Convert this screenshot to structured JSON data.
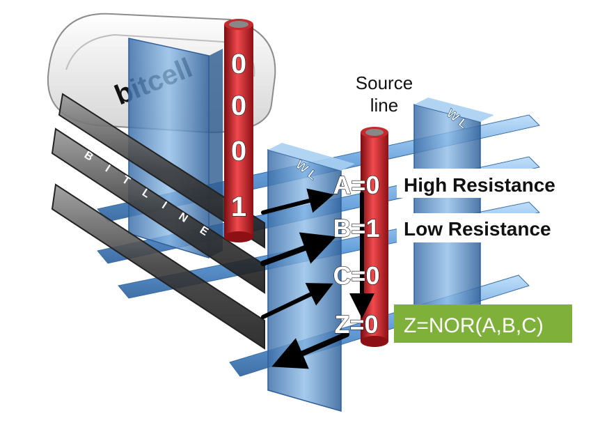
{
  "bitcell_label": "bitcell",
  "bitline_label": "B I T L I N E",
  "source_line_label_1": "Source",
  "source_line_label_2": "line",
  "wl_label_1": "W L",
  "wl_label_2": "W L",
  "bits": [
    "0",
    "0",
    "0",
    "1"
  ],
  "inputs": [
    "A=0",
    "B=1",
    "C=0",
    "Z=0"
  ],
  "high_resistance": "High Resistance",
  "low_resistance": "Low Resistance",
  "formula": "Z=NOR(A,B,C)",
  "colors": {
    "pillar": "#d9262b",
    "wordline": "#4a8fd6",
    "bitline": "#3a3a3a",
    "formula_box": "#7fb13a"
  }
}
